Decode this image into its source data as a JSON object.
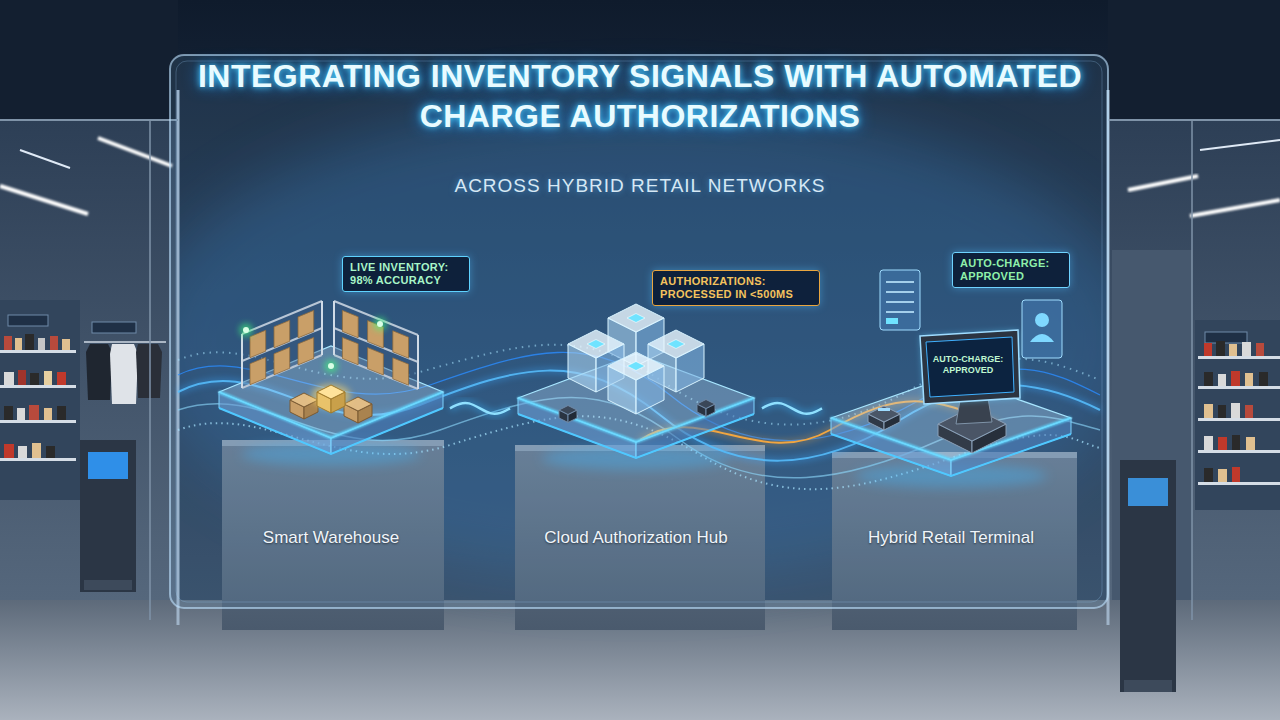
{
  "diagram": {
    "title": "INTEGRATING INVENTORY SIGNALS WITH AUTOMATED CHARGE AUTHORIZATIONS",
    "nodes": [
      {
        "text": [
          "LIVE INVENTORY: 98% ACCURACY"
        ]
      },
      {
        "text": [
          "AUTHORIZATIONS: PROCESSED IN <500MS"
        ]
      },
      {
        "text": [
          "AUTO-CHARGE: APPROVED"
        ]
      },
      {
        "text": [
          "Smart Warehouse"
        ]
      },
      {
        "text": [
          "Cloud Authorization Hub"
        ]
      },
      {
        "text": [
          "Hybrid Retail Terminal"
        ]
      }
    ],
    "edges": [
      {
        "from": 3,
        "to": 4,
        "arrow": "none"
      },
      {
        "from": 4,
        "to": 5,
        "arrow": "none"
      }
    ],
    "labels": [
      "ACROSS HYBRID RETAIL NETWORKS",
      "AUTO-CHARGE: APPROVED"
    ]
  }
}
